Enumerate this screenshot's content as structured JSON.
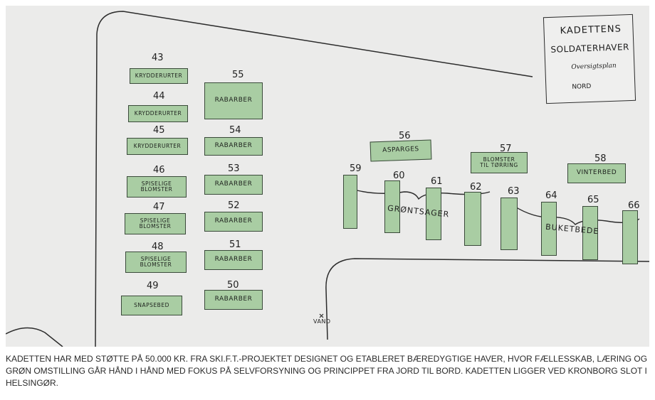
{
  "plan": {
    "title_line1": "KADETTENS",
    "title_line2": "SOLDATERHAVER",
    "subtitle": "Oversigtsplan",
    "north": "NORD"
  },
  "beds": [
    {
      "number": "43",
      "label": "KRYDDERURTER"
    },
    {
      "number": "44",
      "label": "KRYDDERURTER"
    },
    {
      "number": "45",
      "label": "KRYDDERURTER"
    },
    {
      "number": "46",
      "label": "SPISELIGE\nBLOMSTER"
    },
    {
      "number": "47",
      "label": "SPISELIGE\nBLOMSTER"
    },
    {
      "number": "48",
      "label": "SPISELIGE\nBLOMSTER"
    },
    {
      "number": "49",
      "label": "SNAPSEBED"
    },
    {
      "number": "55",
      "label": "RABARBER"
    },
    {
      "number": "54",
      "label": "RABARBER"
    },
    {
      "number": "53",
      "label": "RABARBER"
    },
    {
      "number": "52",
      "label": "RABARBER"
    },
    {
      "number": "51",
      "label": "RABARBER"
    },
    {
      "number": "50",
      "label": "RABARBER"
    },
    {
      "number": "56",
      "label": "ASPARGES"
    },
    {
      "number": "57",
      "label": "BLOMSTER\nTIL TØRRING"
    },
    {
      "number": "58",
      "label": "VINTERBED"
    }
  ],
  "strips": [
    "59",
    "60",
    "61",
    "62",
    "63",
    "64",
    "65",
    "66"
  ],
  "groups": {
    "vegetables": "GRØNTSAGER",
    "bouquet": "BUKETBEDE"
  },
  "water_label": "VAND",
  "caption": "KADETTEN HAR MED STØTTE PÅ 50.000 KR. FRA SKI.F.T.-PROJEKTET DESIGNET OG ETABLERET BÆREDYGTIGE HAVER, HVOR FÆLLESSKAB, LÆRING OG GRØN OMSTILLING GÅR HÅND I HÅND MED FOKUS PÅ SELVFORSYNING OG PRINCIPPET FRA JORD TIL BORD. KADETTEN LIGGER VED KRONBORG SLOT I HELSINGØR."
}
